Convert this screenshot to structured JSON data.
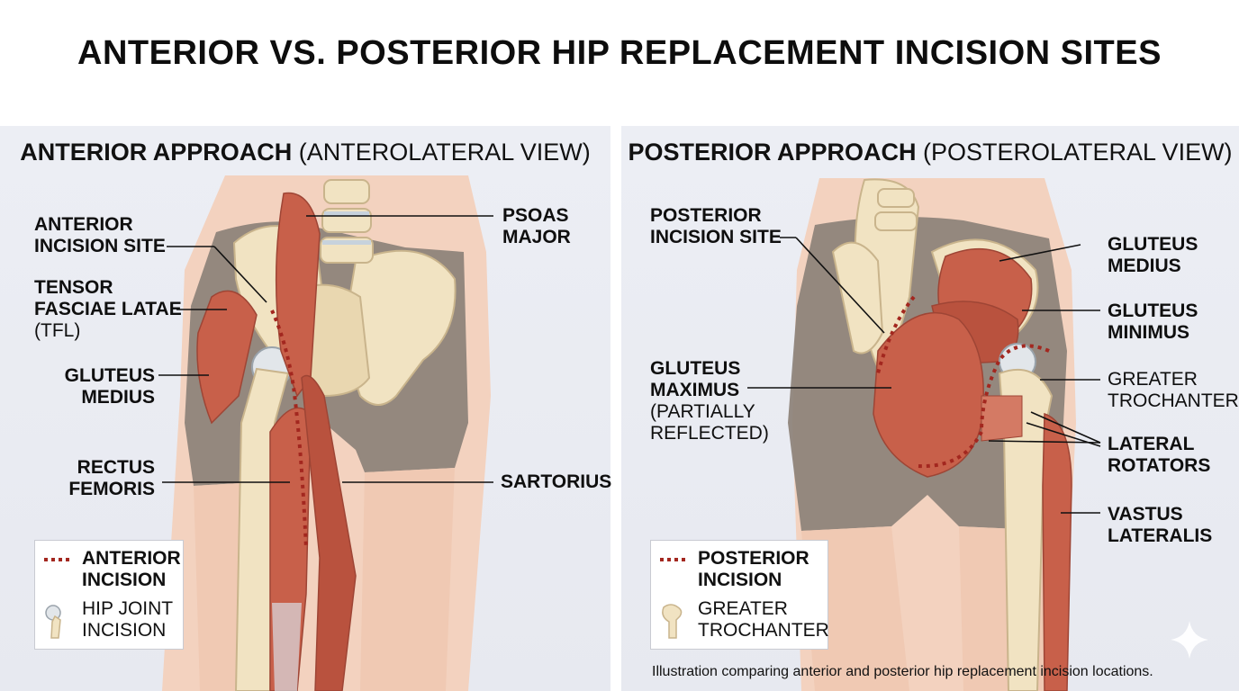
{
  "title": "ANTERIOR VS. POSTERIOR HIP REPLACEMENT INCISION SITES",
  "left_panel": {
    "heading_bold": "ANTERIOR APPROACH",
    "heading_normal": "(ANTEROLATERAL VIEW)",
    "labels": {
      "anterior_incision_site": [
        "ANTERIOR",
        "INCISION SITE"
      ],
      "tfl": [
        "TENSOR",
        "FASCIAE LATAE",
        "(TFL)"
      ],
      "gluteus_medius": [
        "GLUTEUS",
        "MEDIUS"
      ],
      "rectus_femoris": [
        "RECTUS",
        "FEMORIS"
      ],
      "psoas_major": [
        "PSOAS",
        "MAJOR"
      ],
      "sartorius": "SARTORIUS"
    },
    "legend": {
      "incision": [
        "ANTERIOR",
        "INCISION"
      ],
      "joint": [
        "HIP JOINT",
        "INCISION"
      ]
    }
  },
  "right_panel": {
    "heading_bold": "POSTERIOR APPROACH",
    "heading_normal": "(POSTEROLATERAL VIEW)",
    "labels": {
      "posterior_incision_site": [
        "POSTERIOR",
        "INCISION SITE"
      ],
      "gluteus_maximus": [
        "GLUTEUS",
        "MAXIMUS",
        "(PARTIALLY",
        "REFLECTED)"
      ],
      "gluteus_medius": [
        "GLUTEUS",
        "MEDIUS"
      ],
      "gluteus_minimus": [
        "GLUTEUS",
        "MINIMUS"
      ],
      "greater_trochanter": [
        "GREATER",
        "TROCHANTER"
      ],
      "lateral_rotators": [
        "LATERAL",
        "ROTATORS"
      ],
      "vastus_lateralis": [
        "VASTUS",
        "LATERALIS"
      ]
    },
    "legend": {
      "incision": [
        "POSTERIOR",
        "INCISION"
      ],
      "trochanter": [
        "GREATER",
        "TROCHANTER"
      ]
    }
  },
  "caption": "Illustration comparing anterior and posterior hip replacement incision locations.",
  "colors": {
    "muscle": "#c8604a",
    "muscle_light": "#e0907a",
    "bone": "#f1e3c2",
    "bone_edge": "#c9b48c",
    "skin": "#f3d2bf",
    "shorts": "#8c8178",
    "incision": "#a3271f",
    "background": "#e9ebf1"
  },
  "icons": [
    "femur-head-icon",
    "bone-icon",
    "sparkle-icon"
  ]
}
